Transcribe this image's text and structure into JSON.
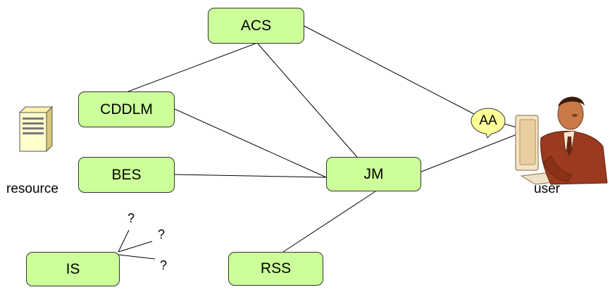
{
  "nodes": {
    "acs": "ACS",
    "cddlm": "CDDLM",
    "bes": "BES",
    "jm": "JM",
    "is": "IS",
    "rss": "RSS"
  },
  "labels": {
    "resource": "resource",
    "user": "user",
    "aa": "AA"
  },
  "question_marks": [
    "?",
    "?",
    "?"
  ],
  "colors": {
    "node_fill": "#ccff99",
    "bubble_fill": "#ffff99",
    "line": "#000000"
  },
  "icons": {
    "resource": "server-tower-icon",
    "user": "person-at-computer-icon"
  }
}
